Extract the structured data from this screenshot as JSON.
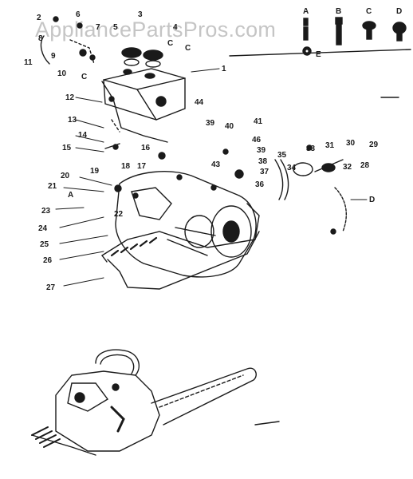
{
  "watermark": "AppliancePartsPros.com",
  "colors": {
    "ink": "#1a1a1a",
    "paper": "#ffffff",
    "watermark": "#969696"
  },
  "fastener_key": [
    {
      "letter": "A",
      "icon": "screw-with-lockwasher-icon"
    },
    {
      "letter": "B",
      "icon": "long-bolt-icon"
    },
    {
      "letter": "C",
      "icon": "pan-head-screw-icon"
    },
    {
      "letter": "D",
      "icon": "socket-head-screw-icon"
    },
    {
      "letter": "E",
      "icon": "washer-icon"
    }
  ],
  "callouts": [
    "1",
    "2",
    "3",
    "4",
    "5",
    "6",
    "7",
    "8",
    "9",
    "10",
    "11",
    "12",
    "13",
    "14",
    "15",
    "16",
    "17",
    "18",
    "19",
    "20",
    "21",
    "22",
    "23",
    "24",
    "25",
    "26",
    "27",
    "28",
    "29",
    "30",
    "31",
    "32",
    "33",
    "34",
    "35",
    "36",
    "37",
    "38",
    "38",
    "39",
    "39",
    "40",
    "41",
    "43",
    "44",
    "46",
    "C",
    "C",
    "C",
    "A",
    "B",
    "D"
  ]
}
